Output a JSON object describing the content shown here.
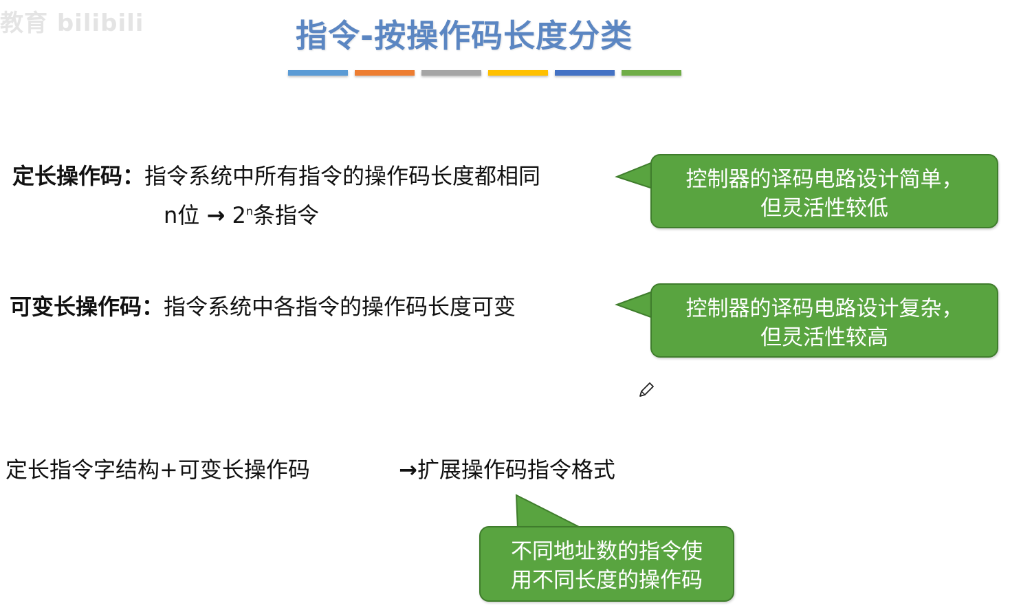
{
  "watermark": "教育 bilibili",
  "title": "指令-按操作码长度分类",
  "title_color": "#5b86c2",
  "color_bars": [
    "#5b9bd5",
    "#ed7d31",
    "#a5a5a5",
    "#ffc000",
    "#4472c4",
    "#70ad47"
  ],
  "callout_color": "#59a440",
  "fixed_opcode": {
    "term": "定长操作码：",
    "definition": "指令系统中所有指令的操作码长度都相同",
    "formula_prefix": "n位 ",
    "formula_arrow": "→",
    "formula_base": " 2",
    "formula_exponent": "n",
    "formula_suffix": "条指令"
  },
  "variable_opcode": {
    "term": "可变长操作码：",
    "definition": "指令系统中各指令的操作码长度可变"
  },
  "callout_fixed": {
    "line1": "控制器的译码电路设计简单，",
    "line2": "但灵活性较低"
  },
  "callout_variable": {
    "line1": "控制器的译码电路设计复杂，",
    "line2": "但灵活性较高"
  },
  "extended": {
    "left": "定长指令字结构+可变长操作码",
    "arrow": "→",
    "right": "扩展操作码指令格式"
  },
  "callout_extended": {
    "line1": "不同地址数的指令使",
    "line2": "用不同长度的操作码"
  },
  "icons": {
    "cursor": "pencil-icon"
  }
}
